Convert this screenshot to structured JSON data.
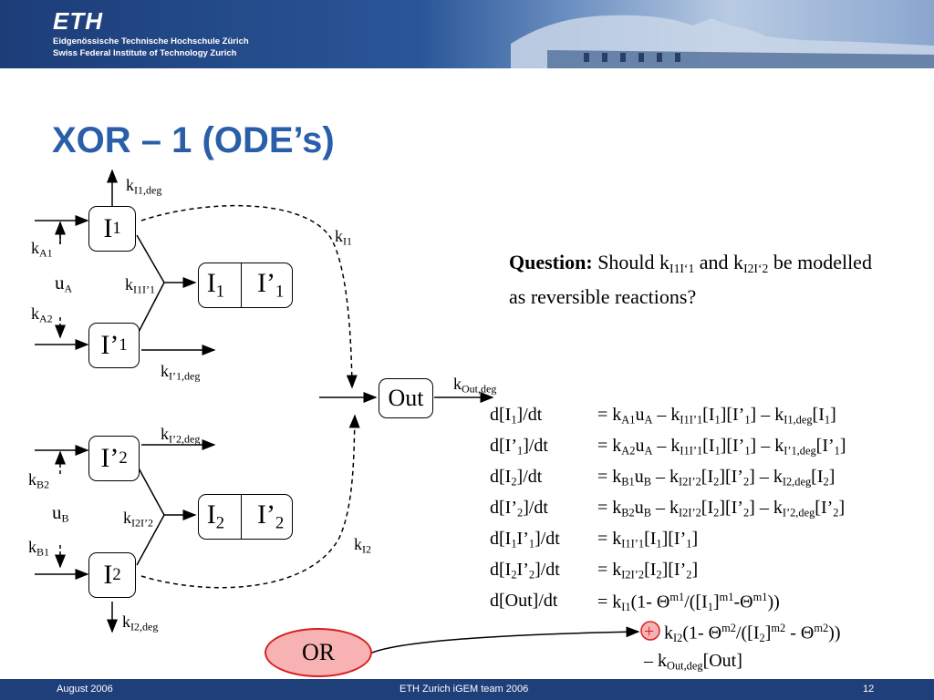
{
  "header": {
    "logo": "ETH",
    "subtitle_1": "Eidgenössische Technische Hochschule Zürich",
    "subtitle_2": "Swiss Federal Institute of Technology Zurich"
  },
  "slide": {
    "title": "XOR – 1 (ODE’s)"
  },
  "question": {
    "bold": "Question:",
    "text_a": "Should k",
    "sub_a": "I1I‘1",
    "text_b": "and k",
    "sub_b": "I2I‘2",
    "text_c": "be modelled as reversible reactions?"
  },
  "diagram": {
    "or_label": "OR",
    "out_label": "Out",
    "uA": "u",
    "uA_sub": "A",
    "uB": "u",
    "uB_sub": "B"
  },
  "footer": {
    "date": "August 2006",
    "team": "ETH Zurich iGEM team 2006",
    "page": "12"
  }
}
